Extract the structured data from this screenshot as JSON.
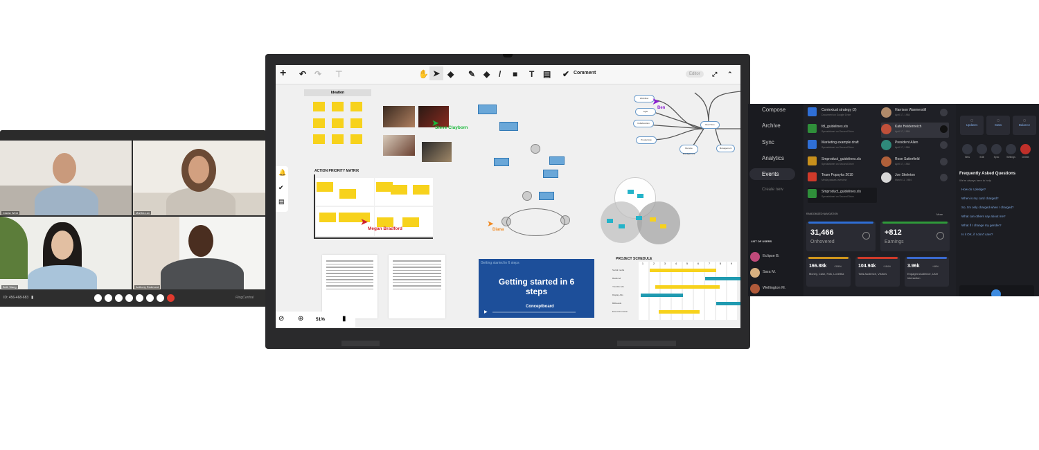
{
  "video_call": {
    "participants": [
      {
        "name": "Ciaran West"
      },
      {
        "name": "Martha Lux"
      },
      {
        "name": "Beth Wang"
      },
      {
        "name": "Anthony Redmond"
      }
    ],
    "meeting_id": "ID: 456-468-683",
    "brand": "RingCentral"
  },
  "whiteboard": {
    "toolbar": {
      "comment_label": "Comment",
      "mode_badge": "Editor"
    },
    "ideation_title": "Ideation",
    "matrix_title": "ACTION PRIORITY MATRIX",
    "cursors": [
      {
        "name": "Steve Clayborn",
        "color": "#19b83a"
      },
      {
        "name": "Megan Bradford",
        "color": "#d0202c"
      },
      {
        "name": "Diana",
        "color": "#f08a24"
      },
      {
        "name": "Ben",
        "color": "#8a1fd0"
      }
    ],
    "mindmap": {
      "center": "Real Time",
      "nodes": [
        "Workflow",
        "Agile",
        "Collaboration",
        "Productivity",
        "Remote Management",
        "Management"
      ]
    },
    "schedule": {
      "title": "PROJECT SCHEDULE",
      "columns": [
        "1",
        "2",
        "3",
        "4",
        "5",
        "6",
        "7",
        "8",
        "9"
      ],
      "rows": [
        "Social media",
        "Radio Ad",
        "Youtube Ads",
        "Display Ads",
        "Billboards",
        "Event Promotion"
      ]
    },
    "video": {
      "tag": "Getting started in 6 steps",
      "title": "Getting started in 6 steps",
      "brand": "Conceptboard"
    },
    "zoom": "51%"
  },
  "dashboard": {
    "nav": [
      "Compose",
      "Archive",
      "Sync",
      "Analytics",
      "Events",
      "Create new"
    ],
    "files": [
      {
        "name": "Contextual strategy (2)",
        "sub": "Document on Google Drive",
        "color": "#2f6fd6"
      },
      {
        "name": "fdl_guidelines.xls",
        "sub": "Spreadsheet on Second Drive",
        "color": "#2f8f3a"
      },
      {
        "name": "Marketing example draft",
        "sub": "Spreadsheet on Second Drive",
        "color": "#2f6fd6"
      },
      {
        "name": "Smproduct_guidelines.xls",
        "sub": "Spreadsheet on Second Drive",
        "color": "#c8901c"
      },
      {
        "name": "Team Popoyka 2010",
        "sub": "Media passes overview",
        "color": "#d03a2a"
      },
      {
        "name": "Smproduct_guidelines.xls",
        "sub": "Spreadsheet on Second Drive",
        "color": "#2f8f3a"
      }
    ],
    "users": [
      {
        "name": "Harrison Warmerstill",
        "date": "April 17, 1984"
      },
      {
        "name": "Kate Heidenreich",
        "date": "April 17, 1984"
      },
      {
        "name": "President Allen",
        "date": "April 17, 1984"
      },
      {
        "name": "Rose Satterfield",
        "date": "April 17, 1984"
      },
      {
        "name": "Joe Skeleton",
        "date": "March 11, 1984"
      }
    ],
    "quick": [
      "Updates",
      "Stats",
      "Balance"
    ],
    "actions": [
      "New",
      "Edit",
      "Sync",
      "Settings",
      "Delete"
    ],
    "faq_title": "Frequently Asked Questions",
    "faq_sub": "We're always here to help",
    "faq": [
      "How do I pledge?",
      "When is my card charged?",
      "So, I'm only charged when I charged?",
      "What can others say about me?",
      "What if I change my gender?",
      "Is it OK, if I don't care?"
    ],
    "section_title": "RANDOMIZED NAVIGATION",
    "more": "More",
    "list_title": "LIST OF USERS",
    "list_users": [
      "Eclipse B.",
      "Sara M.",
      "Wellington M."
    ],
    "kpis": [
      {
        "value": "31,466",
        "label": "Onhovered",
        "color": "#2f6fd6"
      },
      {
        "value": "+812",
        "label": "Earnings",
        "color": "#2f9a3a"
      }
    ],
    "stats": [
      {
        "value": "166.88k",
        "delta": "+306%",
        "label": "Money, Cash, Folk, Loveltha",
        "color": "#d0961c"
      },
      {
        "value": "104.94k",
        "delta": "+184%",
        "label": "Total Audience, Visitors",
        "color": "#d03a2a"
      },
      {
        "value": "3.96k",
        "delta": "+46%",
        "label": "Engaged Audience, User interaction",
        "color": "#3a6ad0"
      }
    ]
  }
}
